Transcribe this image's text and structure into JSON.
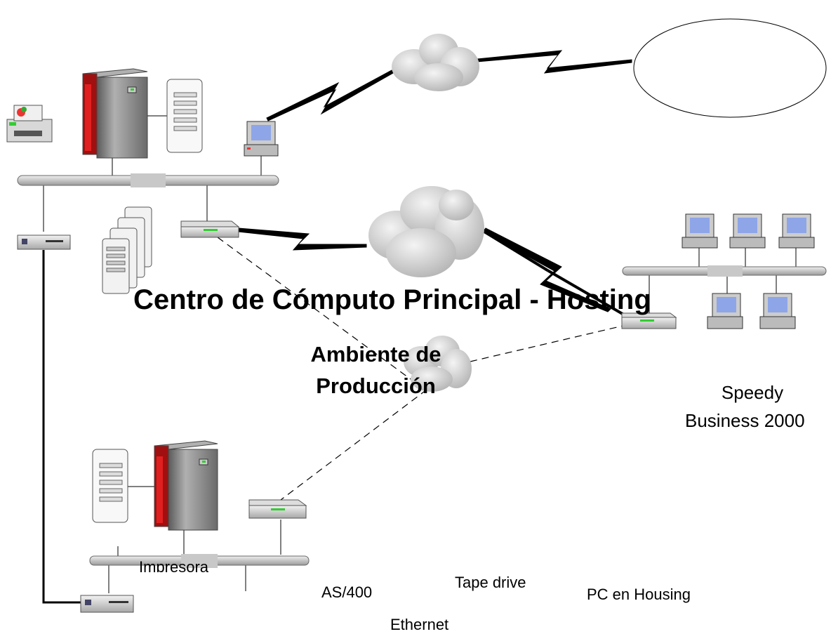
{
  "labels": {
    "title": "Centro de Cómputo Principal - Hosting",
    "subtitle_line1": "Ambiente de",
    "subtitle_line2": "Producción",
    "speedy_line1": "Speedy",
    "speedy_line2": "Business 2000",
    "impresora": "Impresora",
    "as400": "AS/400",
    "tape_drive": "Tape drive",
    "pc_housing": "PC en Housing",
    "ethernet": "Ethernet"
  },
  "colors": {
    "cable": "#000000",
    "bus": "#cfcfcf",
    "cloud": "#cfcfcf",
    "mainframe_red": "#c01818",
    "mainframe_gray": "#8a8a8a",
    "monitor_screen": "#8ea6e8"
  },
  "icons": [
    "printer-icon",
    "mainframe-icon",
    "tape-drive-icon",
    "pc-icon",
    "server-stack-icon",
    "router-icon",
    "modem-icon",
    "cloud-icon",
    "ethernet-bus-icon",
    "ellipse-node"
  ]
}
